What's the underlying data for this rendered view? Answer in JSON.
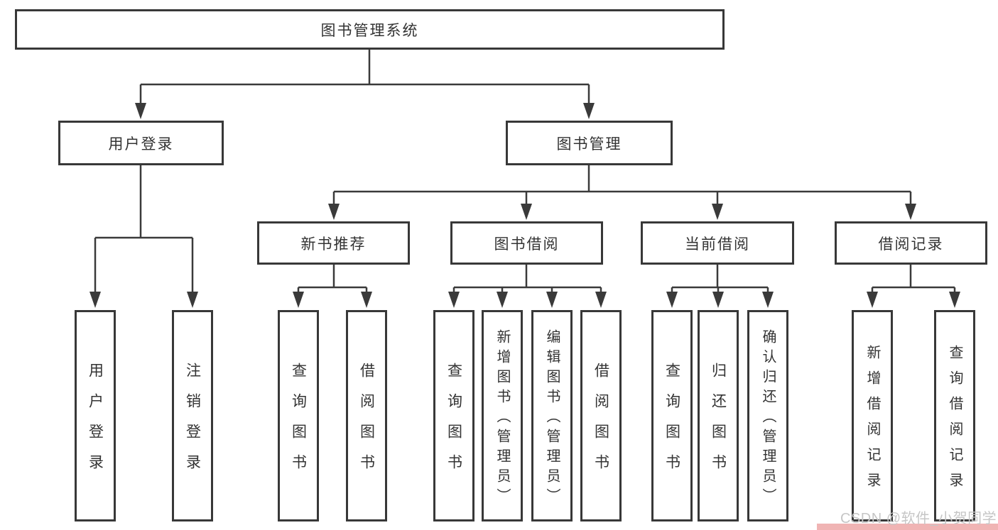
{
  "diagram": {
    "type": "hierarchy-tree",
    "tree": {
      "root": "图书管理系统",
      "branches": [
        {
          "label": "用户登录",
          "leaves": [
            "用户登录",
            "注销登录"
          ]
        },
        {
          "label": "图书管理",
          "groups": [
            {
              "label": "新书推荐",
              "leaves": [
                "查询图书",
                "借阅图书"
              ]
            },
            {
              "label": "图书借阅",
              "leaves": [
                "查询图书",
                "新增图书（管理员）",
                "编辑图书（管理员）",
                "借阅图书"
              ]
            },
            {
              "label": "当前借阅",
              "leaves": [
                "查询图书",
                "归还图书",
                "确认归还（管理员）"
              ]
            },
            {
              "label": "借阅记录",
              "leaves": [
                "新增借阅记录",
                "查询借阅记录"
              ]
            }
          ]
        }
      ]
    },
    "colors": {
      "box_border": "#383838",
      "box_fill": "#ffffff",
      "connector_line": "#3a3a3a",
      "text": "#333333",
      "watermark_text": "#c6c6c6",
      "watermark_band": "#f0b4b4"
    }
  },
  "watermark": {
    "text": "CSDN @软件_小贺同学"
  }
}
